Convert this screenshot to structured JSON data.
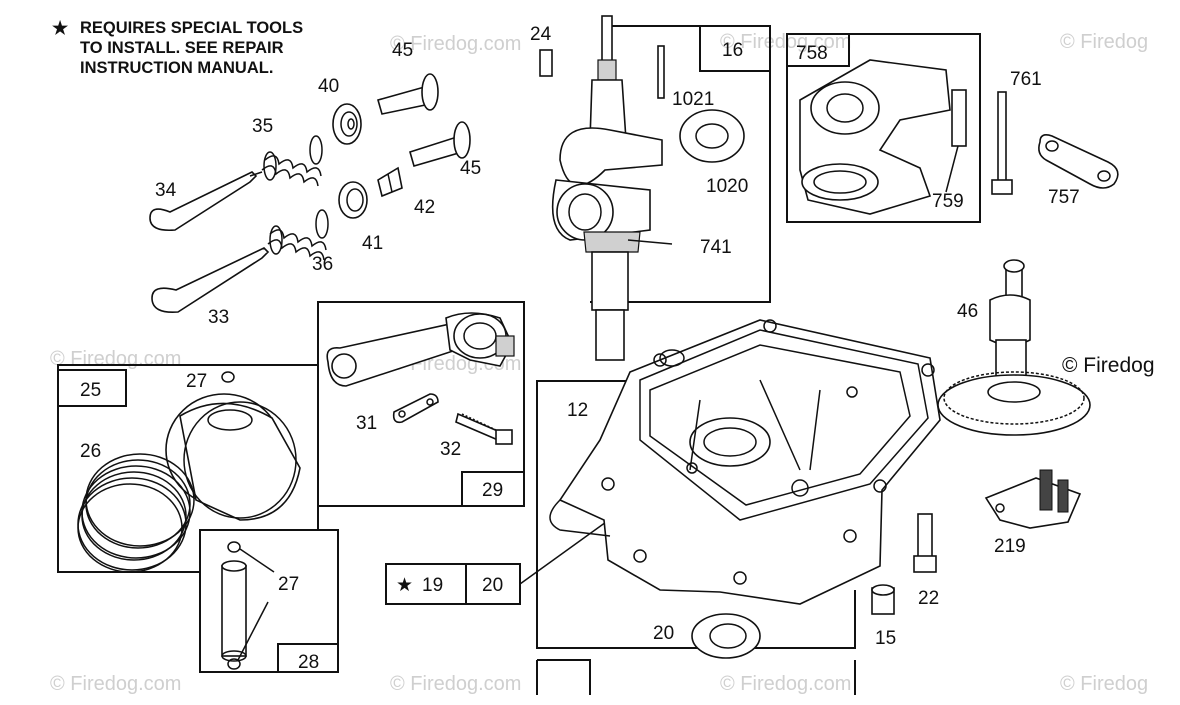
{
  "note": {
    "star": "★",
    "text": "REQUIRES SPECIAL TOOLS\nTO INSTALL. SEE REPAIR\nINSTRUCTION MANUAL."
  },
  "watermark": "© Firedog",
  "watermark_faint": "© Firedog.com",
  "callouts": {
    "p24": "24",
    "p16": "16",
    "p758": "758",
    "p761": "761",
    "p45a": "45",
    "p40": "40",
    "p35": "35",
    "p45b": "45",
    "p34": "34",
    "p42": "42",
    "p41": "41",
    "p36": "36",
    "p33": "33",
    "p1021": "1021",
    "p1020": "1020",
    "p741": "741",
    "p759": "759",
    "p757": "757",
    "p46": "46",
    "p25": "25",
    "p27a": "27",
    "p26": "26",
    "p31": "31",
    "p32": "32",
    "p29": "29",
    "p12": "12",
    "p19": "19",
    "p20a": "20",
    "p20b": "20",
    "p27b": "27",
    "p28": "28",
    "p219": "219",
    "p22": "22",
    "p15": "15"
  },
  "box_star": "★"
}
